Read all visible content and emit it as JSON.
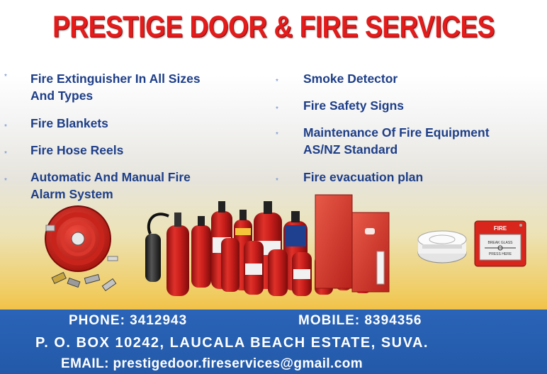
{
  "header": {
    "title": "PRESTIGE DOOR & FIRE SERVICES"
  },
  "services_left": [
    {
      "label": "Fire Extinguisher In All Sizes\nAnd Types"
    },
    {
      "label": "Fire Blankets"
    },
    {
      "label": "Fire Hose Reels"
    },
    {
      "label": "Automatic And Manual Fire\nAlarm System"
    }
  ],
  "services_right": [
    {
      "label": "Smoke Detector"
    },
    {
      "label": "Fire Safety Signs"
    },
    {
      "label": "Maintenance Of Fire Equipment\nAS/NZ Standard"
    },
    {
      "label": "Fire evacuation plan"
    }
  ],
  "bullet_glyph": "*",
  "products": {
    "call_point_sign": "FIRE",
    "call_point_line1": "BREAK GLASS",
    "call_point_line2": "PRESS HERE"
  },
  "contact": {
    "phone": "PHONE: 3412943",
    "mobile": "MOBILE:  8394356",
    "address": "P. O. BOX 10242, LAUCALA BEACH ESTATE, SUVA.",
    "email": "EMAIL: prestigedoor.fireservices@gmail.com"
  },
  "colors": {
    "title_red": "#e41b1b",
    "service_blue": "#1d3e88",
    "footer_blue": "#2a64b8",
    "extinguisher_red": "#d3201d"
  }
}
